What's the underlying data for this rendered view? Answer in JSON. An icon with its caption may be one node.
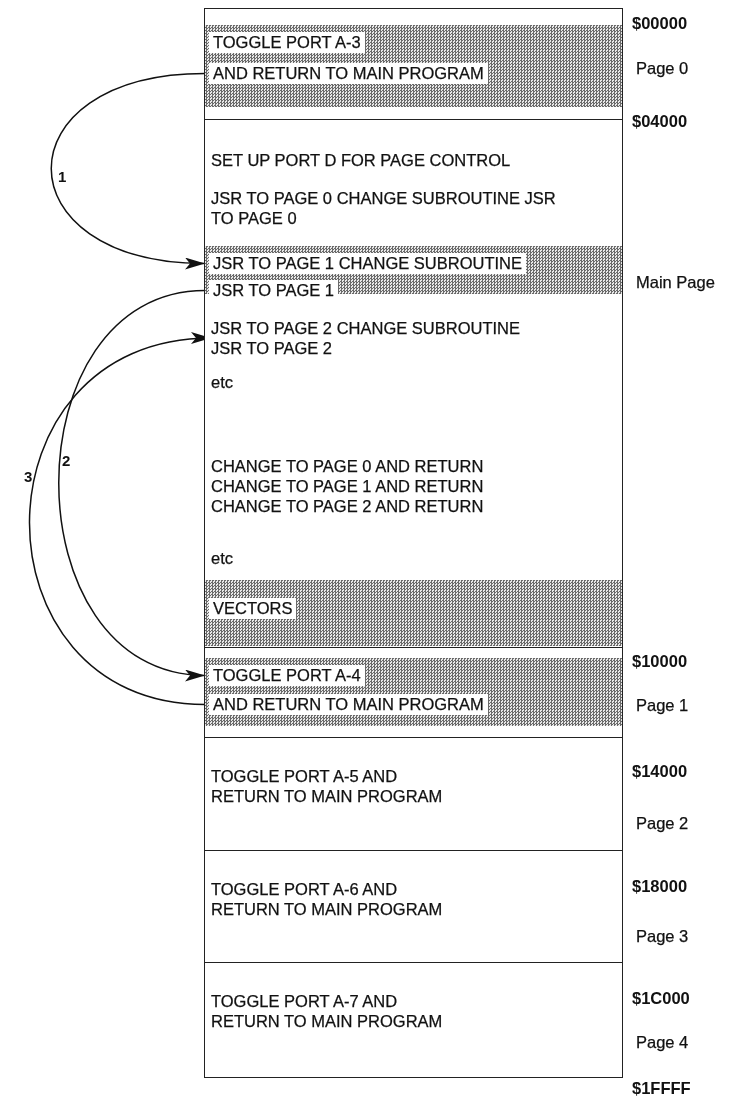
{
  "diagram": {
    "nodes": [
      {
        "text": [
          "Page 0"
        ]
      },
      {
        "text": [
          "TOGGLE PORT A-3",
          "AND RETURN TO MAIN PROGRAM"
        ],
        "in": 0
      },
      {
        "text": [
          "Main Page",
          "SET UP PORT D FOR PAGE CONTROL",
          "JSR TO PAGE 0 CHANGE SUBROUTINE JSR TO PAGE 0",
          "etc",
          "CHANGE TO PAGE 0 AND RETURN CHANGE TO PAGE 1 AND RETURN CHANGE TO PAGE 2 AND RETURN",
          "etc"
        ]
      },
      {
        "text": [
          "JSR TO PAGE 1 CHANGE SUBROUTINE",
          "JSR TO PAGE 1"
        ],
        "in": 2
      },
      {
        "text": [
          "JSR TO PAGE 2 CHANGE SUBROUTINE JSR TO PAGE 2"
        ],
        "in": 2
      },
      {
        "text": [
          "VECTORS"
        ],
        "in": 2
      },
      {
        "text": [
          "Page 1"
        ]
      },
      {
        "text": [
          "TOGGLE PORT A-4",
          "AND RETURN TO MAIN PROGRAM"
        ],
        "in": 6
      },
      {
        "text": [
          "Page 2",
          "TOGGLE PORT A-5 AND RETURN TO MAIN PROGRAM"
        ]
      },
      {
        "text": [
          "Page 3",
          "TOGGLE PORT A-6 AND RETURN TO MAIN PROGRAM"
        ]
      },
      {
        "text": [
          "Page 4",
          "TOGGLE PORT A-7 AND RETURN TO MAIN PROGRAM"
        ]
      }
    ],
    "edges": [
      {
        "from": 1,
        "to": 3,
        "arrow": "to",
        "label": "1"
      },
      {
        "from": 3,
        "to": 7,
        "arrow": "to",
        "label": "2"
      },
      {
        "from": 7,
        "to": 4,
        "arrow": "to",
        "label": "3"
      }
    ],
    "labels": [
      "$00000",
      "$04000",
      "$10000",
      "$14000",
      "$18000",
      "$1C000",
      "$1FFFF"
    ]
  }
}
